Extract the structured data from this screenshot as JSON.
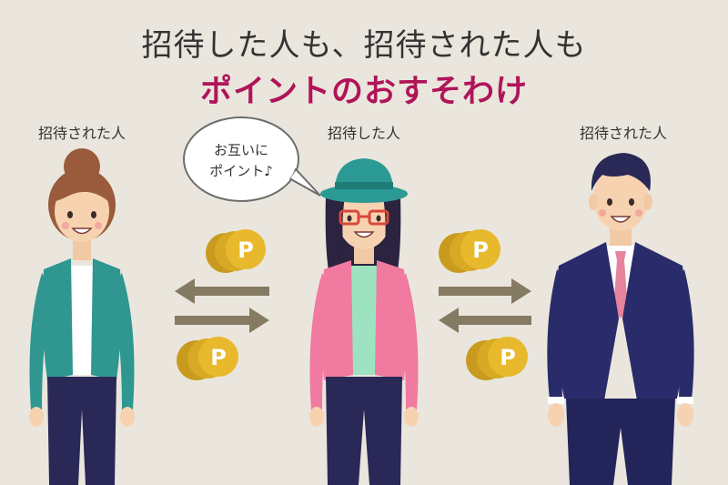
{
  "headline": {
    "line1": "招待した人も、招待された人も",
    "line2": "ポイントのおすそわけ"
  },
  "people": {
    "left_label": "招待された人",
    "center_label": "招待した人",
    "right_label": "招待された人"
  },
  "speech_bubble": {
    "line1": "お互いに",
    "line2": "ポイント♪"
  },
  "coin_letter": "P",
  "colors": {
    "background": "#eae6dd",
    "accent": "#b01458",
    "coin": "#e8b92c",
    "arrow": "#857a62"
  },
  "icons": [
    "coin-icon",
    "arrow-left-icon",
    "arrow-right-icon",
    "speech-bubble-icon"
  ]
}
